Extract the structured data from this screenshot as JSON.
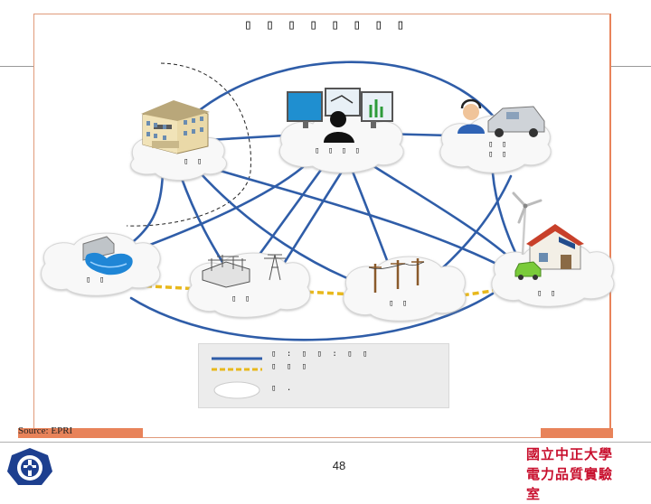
{
  "title": "▯ ▯ ▯ ▯ ▯ ▯ ▯ ▯",
  "nodes": {
    "market": "▯ ▯",
    "operations": "▯ ▯   ▯ ▯",
    "customer": "▯ ▯\n▯ ▯",
    "generation": "▯ ▯",
    "transmission": "▯ ▯",
    "distribution": "▯ ▯",
    "service": "▯ ▯"
  },
  "legend": {
    "line1": "▯ : ▯ ▯ : ▯ ▯",
    "line2": "▯   ▯ ▯",
    "line3": "▯ ."
  },
  "source": "Source: EPRI",
  "page_number": "48",
  "organization": {
    "line1": "國立中正大學",
    "line2": "電力品質實驗",
    "line3": "室"
  },
  "colors": {
    "comm_line": "#2f5da8",
    "power_line": "#e8b81c",
    "accent": "#e8835a",
    "org_text": "#c8102e"
  }
}
